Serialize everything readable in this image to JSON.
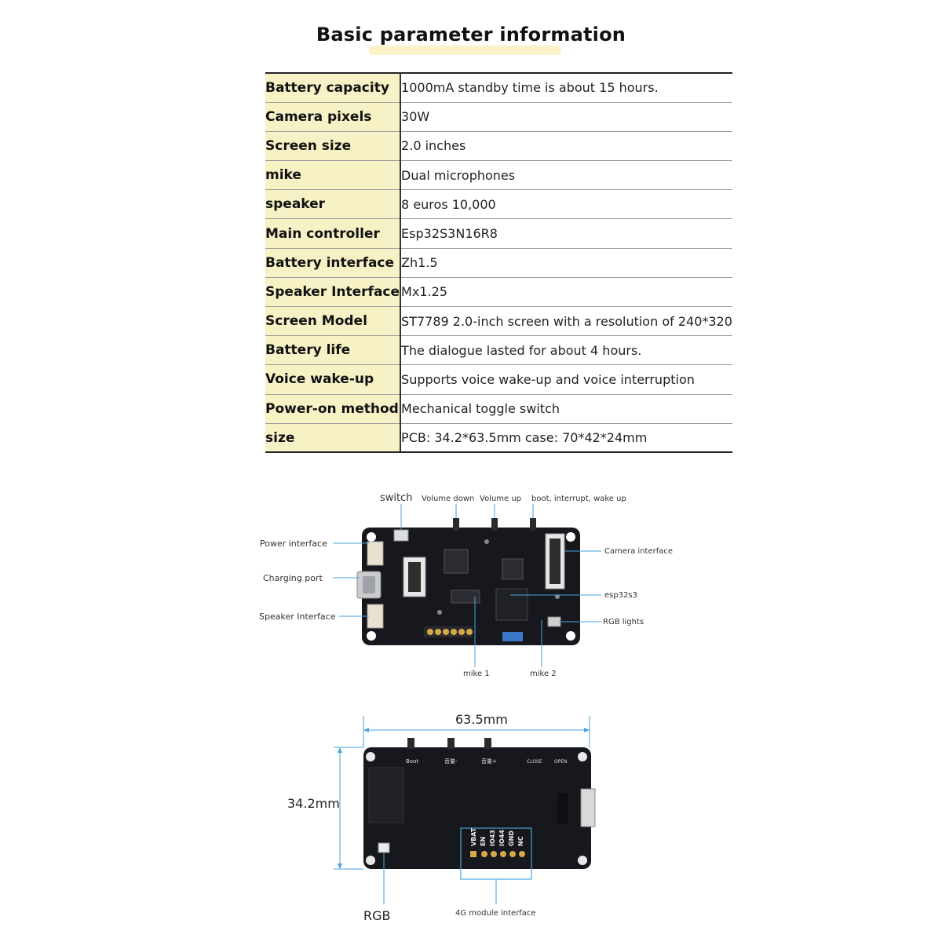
{
  "page": {
    "title": "Basic parameter information"
  },
  "params": [
    {
      "key": "Battery capacity",
      "value": "1000mA standby time is about 15 hours."
    },
    {
      "key": "Camera pixels",
      "value": "30W"
    },
    {
      "key": "Screen size",
      "value": "2.0 inches"
    },
    {
      "key": "mike",
      "value": "Dual microphones"
    },
    {
      "key": "speaker",
      "value": "8 euros 10,000"
    },
    {
      "key": "Main controller",
      "value": "Esp32S3N16R8"
    },
    {
      "key": "Battery interface",
      "value": "Zh1.5"
    },
    {
      "key": "Speaker Interface",
      "value": "Mx1.25"
    },
    {
      "key": "Screen Model",
      "value": "ST7789 2.0-inch screen with a resolution of 240*320"
    },
    {
      "key": "Battery life",
      "value": "The dialogue lasted for about 4 hours."
    },
    {
      "key": "Voice wake-up",
      "value": "Supports voice wake-up and voice interruption"
    },
    {
      "key": "Power-on method",
      "value": "Mechanical toggle switch"
    },
    {
      "key": "size",
      "value": "PCB:  34.2*63.5mm    case:  70*42*24mm"
    }
  ],
  "board_front": {
    "labels": {
      "switch": "switch",
      "volume_down": "Volume down",
      "volume_up": "Volume up",
      "boot": "boot, interrupt, wake up",
      "power_interface": "Power interface",
      "charging_port": "Charging port",
      "speaker_interface": "Speaker Interface",
      "camera_interface": "Camera interface",
      "esp32s3": "esp32s3",
      "rgb_lights": "RGB lights",
      "mike1": "mike 1",
      "mike2": "mike 2"
    }
  },
  "board_back": {
    "width_label": "63.5mm",
    "height_label": "34.2mm",
    "rgb_label": "RGB",
    "module_label": "4G module interface",
    "silk_boot": "Boot",
    "silk_vol_down": "音量-",
    "silk_vol_up": "音量+",
    "silk_close": "CLOSE",
    "silk_open": "OPEN",
    "pins": [
      "VBAT",
      "EN",
      "IO43",
      "IO44",
      "GND",
      "NC"
    ]
  },
  "colors": {
    "key_bg": "#f7f2c6",
    "title_highlight": "#fbf2c8",
    "pcb": "#16181d",
    "callout_line": "#4aa3df"
  }
}
